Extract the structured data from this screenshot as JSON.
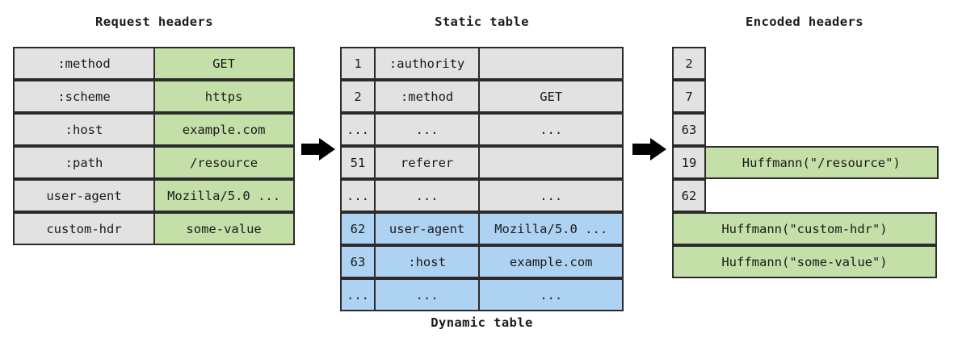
{
  "sections": {
    "request_headers": {
      "title": "Request headers",
      "rows": [
        {
          "name": ":method",
          "value": "GET"
        },
        {
          "name": ":scheme",
          "value": "https"
        },
        {
          "name": ":host",
          "value": "example.com"
        },
        {
          "name": ":path",
          "value": "/resource"
        },
        {
          "name": "user-agent",
          "value": "Mozilla/5.0 ..."
        },
        {
          "name": "custom-hdr",
          "value": "some-value"
        }
      ]
    },
    "static_table": {
      "title": "Static table",
      "rows": [
        {
          "index": "1",
          "name": ":authority",
          "value": "",
          "kind": "static"
        },
        {
          "index": "2",
          "name": ":method",
          "value": "GET",
          "kind": "static"
        },
        {
          "index": "...",
          "name": "...",
          "value": "...",
          "kind": "static"
        },
        {
          "index": "51",
          "name": "referer",
          "value": "",
          "kind": "static"
        },
        {
          "index": "...",
          "name": "...",
          "value": "...",
          "kind": "static"
        },
        {
          "index": "62",
          "name": "user-agent",
          "value": "Mozilla/5.0 ...",
          "kind": "dynamic"
        },
        {
          "index": "63",
          "name": ":host",
          "value": "example.com",
          "kind": "dynamic"
        },
        {
          "index": "...",
          "name": "...",
          "value": "...",
          "kind": "dynamic"
        }
      ]
    },
    "dynamic_table": {
      "title": "Dynamic table"
    },
    "encoded_headers": {
      "title": "Encoded headers",
      "rows": [
        {
          "index": "2",
          "literal": ""
        },
        {
          "index": "7",
          "literal": ""
        },
        {
          "index": "63",
          "literal": ""
        },
        {
          "index": "19",
          "literal": "Huffmann(\"/resource\")"
        },
        {
          "index": "62",
          "literal": ""
        }
      ],
      "full_width_rows": [
        {
          "literal": "Huffmann(\"custom-hdr\")"
        },
        {
          "literal": "Huffmann(\"some-value\")"
        }
      ]
    }
  },
  "arrows": [
    {
      "name": "arrow-request-to-static"
    },
    {
      "name": "arrow-static-to-encoded"
    }
  ],
  "colors": {
    "gray": "#e2e2e2",
    "green": "#c4e0a8",
    "blue": "#aed2f2",
    "border": "#2b2b2b",
    "text": "#1a1a1a",
    "background": "#ffffff"
  }
}
